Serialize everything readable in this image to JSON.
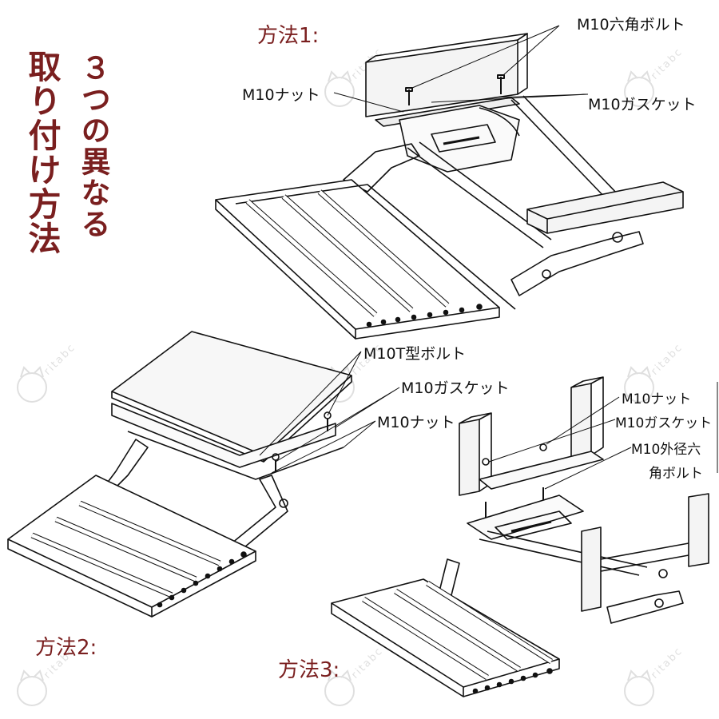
{
  "title": {
    "main": "取り付け方法",
    "sub": "３つの異なる"
  },
  "methods": [
    {
      "label": "方法1:",
      "parts": [
        "M10六角ボルト",
        "M10ナット",
        "M10ガスケット"
      ]
    },
    {
      "label": "方法2:",
      "parts": [
        "M10T型ボルト",
        "M10ガスケット",
        "M10ナット"
      ]
    },
    {
      "label": "方法3:",
      "parts": [
        "M10ナット",
        "M10ガスケット",
        "M10外径六",
        "角ボルト"
      ]
    }
  ],
  "watermark_text": "ritabc",
  "colors": {
    "accent": "#7a1f1f",
    "line": "#111111"
  }
}
